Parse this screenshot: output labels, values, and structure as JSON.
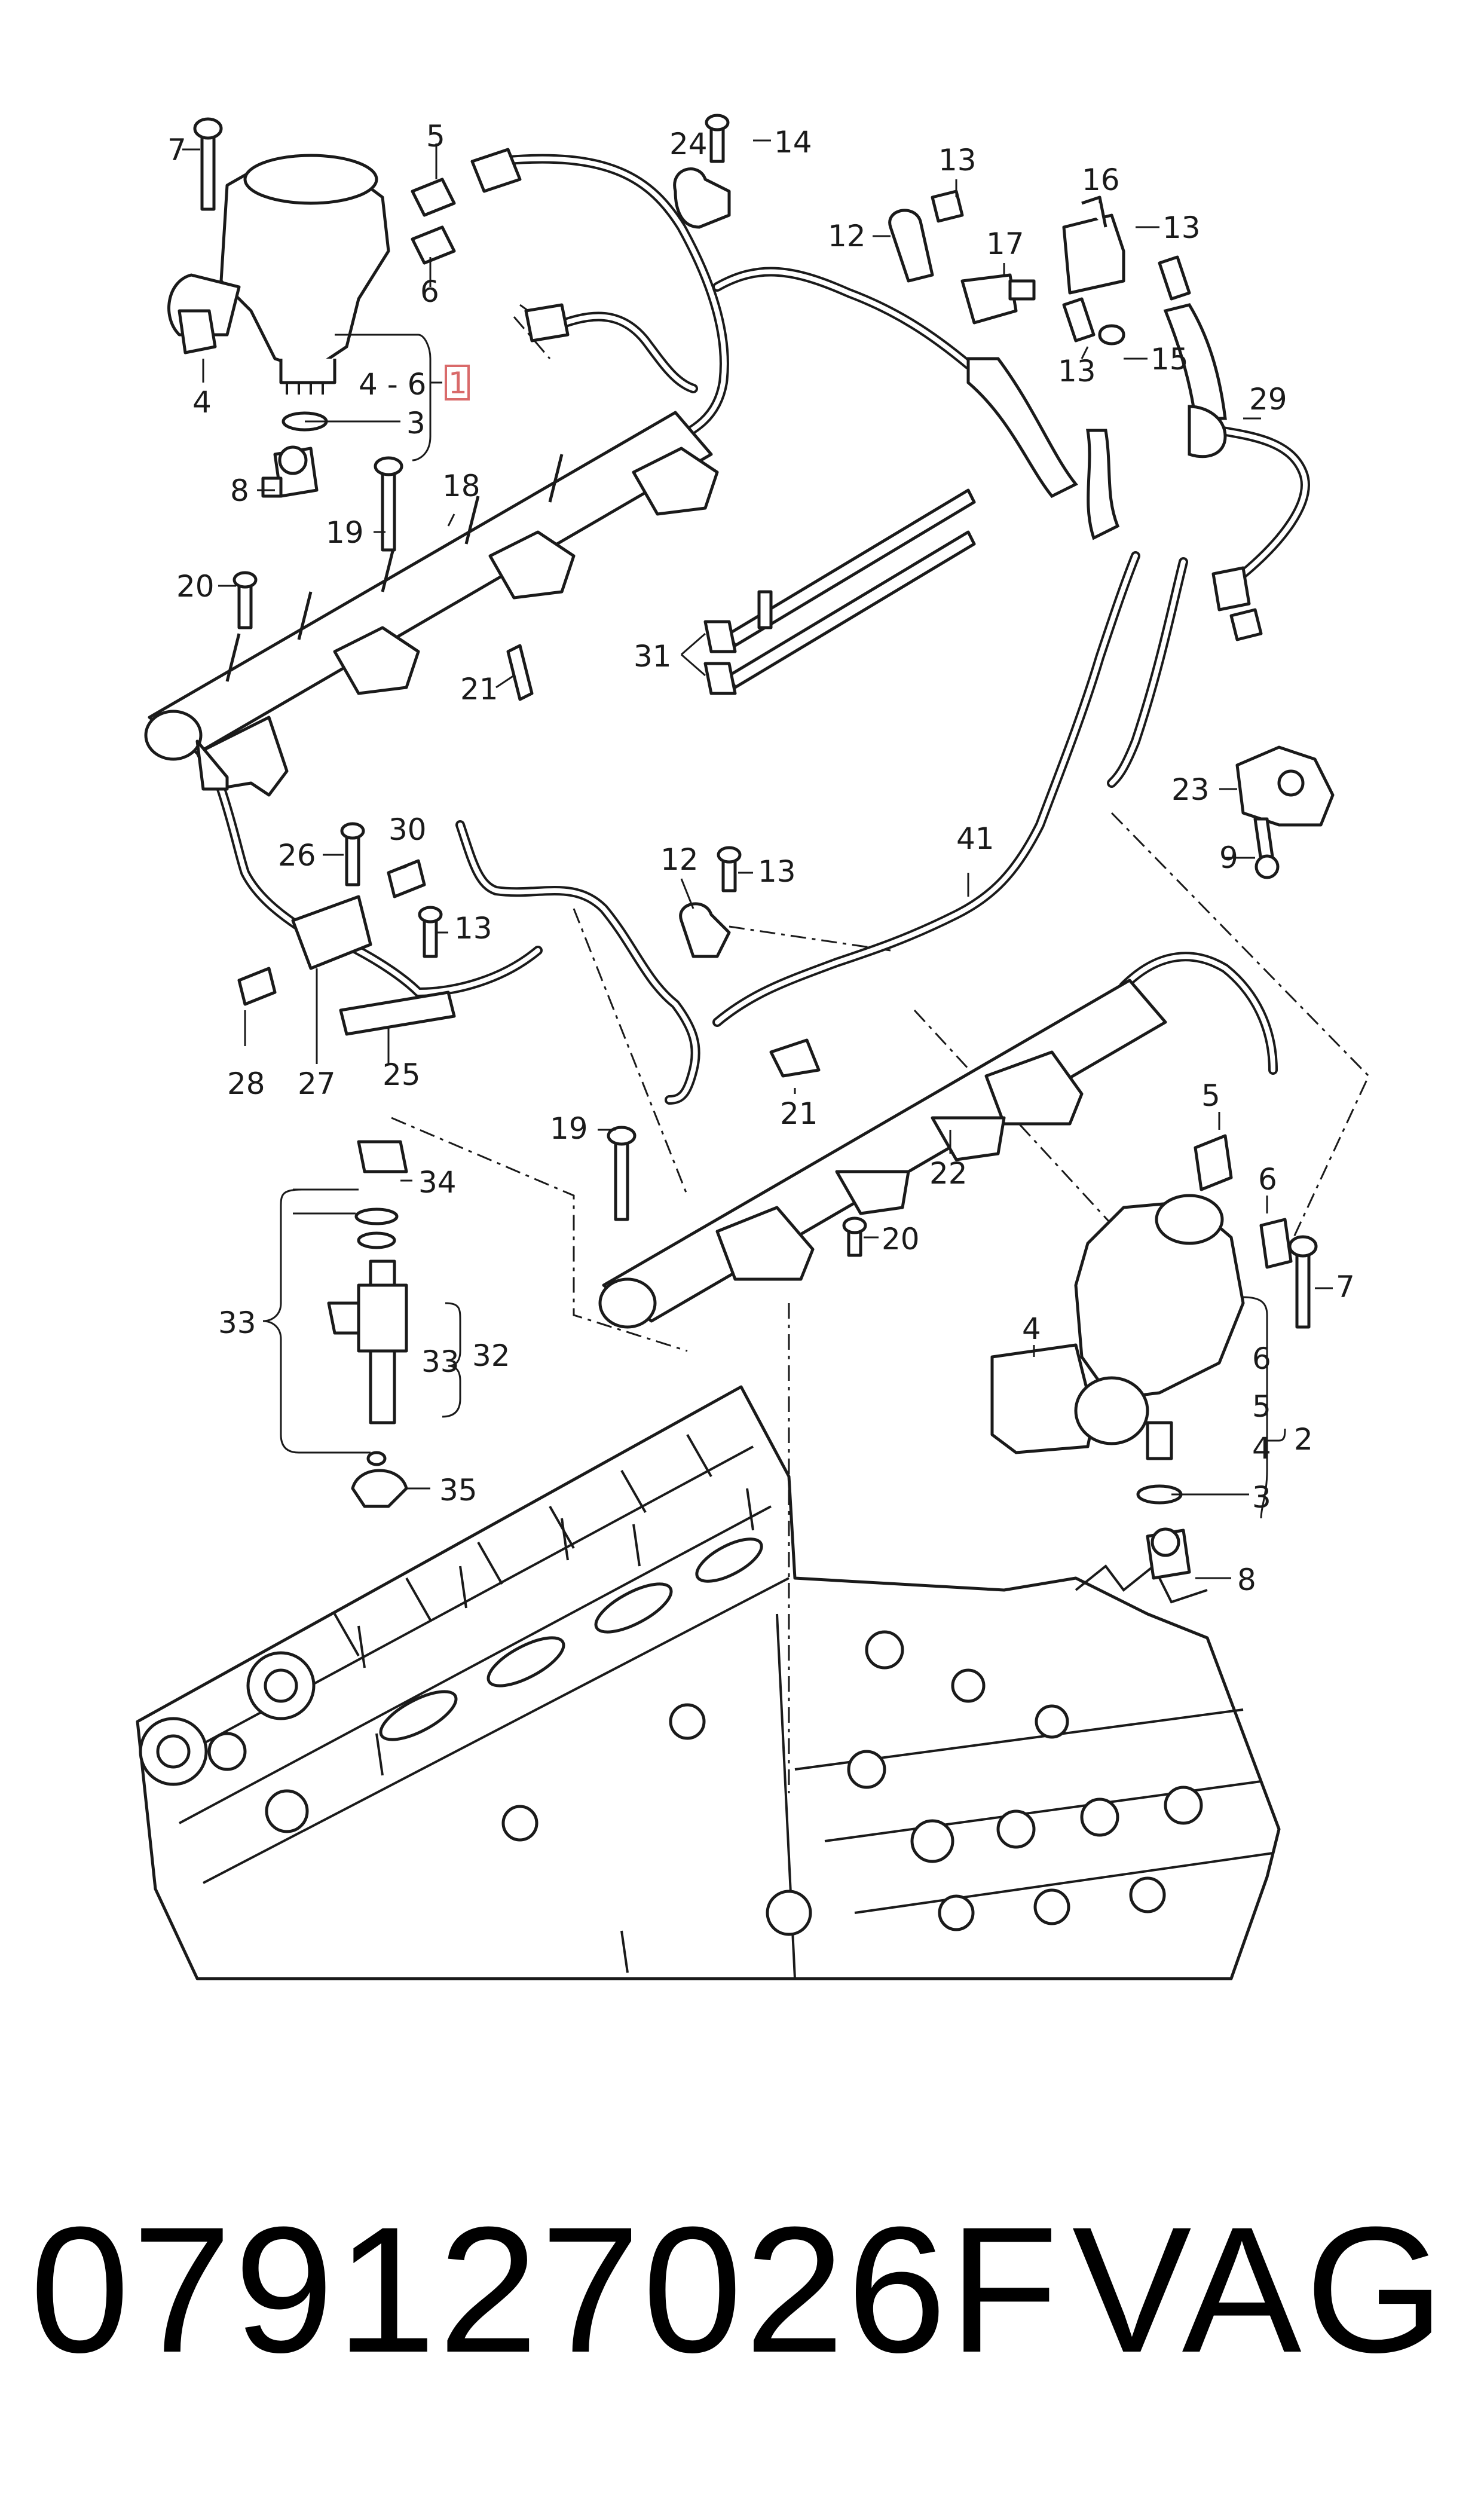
{
  "labels": [
    {
      "id": "7a",
      "text": "7"
    },
    {
      "id": "5a",
      "text": "5"
    },
    {
      "id": "6a",
      "text": "6"
    },
    {
      "id": "4a",
      "text": "4"
    },
    {
      "id": "46",
      "text": "4 - 6"
    },
    {
      "id": "1",
      "text": "1"
    },
    {
      "id": "3a",
      "text": "3"
    },
    {
      "id": "8a",
      "text": "8"
    },
    {
      "id": "19a",
      "text": "19"
    },
    {
      "id": "18",
      "text": "18"
    },
    {
      "id": "20a",
      "text": "20"
    },
    {
      "id": "21a",
      "text": "21"
    },
    {
      "id": "24",
      "text": "24"
    },
    {
      "id": "14",
      "text": "14"
    },
    {
      "id": "13a",
      "text": "13"
    },
    {
      "id": "12a",
      "text": "12"
    },
    {
      "id": "16",
      "text": "16"
    },
    {
      "id": "17",
      "text": "17"
    },
    {
      "id": "13b",
      "text": "13"
    },
    {
      "id": "13c",
      "text": "13"
    },
    {
      "id": "15",
      "text": "15"
    },
    {
      "id": "29",
      "text": "29"
    },
    {
      "id": "31",
      "text": "31"
    },
    {
      "id": "23",
      "text": "23"
    },
    {
      "id": "9",
      "text": "9"
    },
    {
      "id": "26",
      "text": "26"
    },
    {
      "id": "30",
      "text": "30"
    },
    {
      "id": "13d",
      "text": "13"
    },
    {
      "id": "28",
      "text": "28"
    },
    {
      "id": "27",
      "text": "27"
    },
    {
      "id": "25",
      "text": "25"
    },
    {
      "id": "12b",
      "text": "12"
    },
    {
      "id": "13e",
      "text": "13"
    },
    {
      "id": "41",
      "text": "41"
    },
    {
      "id": "21b",
      "text": "21"
    },
    {
      "id": "19b",
      "text": "19"
    },
    {
      "id": "34",
      "text": "34"
    },
    {
      "id": "22",
      "text": "22"
    },
    {
      "id": "20b",
      "text": "20"
    },
    {
      "id": "33a",
      "text": "33"
    },
    {
      "id": "33b",
      "text": "33"
    },
    {
      "id": "32",
      "text": "32"
    },
    {
      "id": "35",
      "text": "35"
    },
    {
      "id": "5b",
      "text": "5"
    },
    {
      "id": "6b",
      "text": "6"
    },
    {
      "id": "7b",
      "text": "7"
    },
    {
      "id": "4b",
      "text": "4"
    },
    {
      "id": "6c",
      "text": "6"
    },
    {
      "id": "5c",
      "text": "5"
    },
    {
      "id": "4c",
      "text": "4"
    },
    {
      "id": "2",
      "text": "2"
    },
    {
      "id": "3b",
      "text": "3"
    },
    {
      "id": "8b",
      "text": "8"
    }
  ],
  "footer": {
    "part_number": "079127026F",
    "brand": "VAG"
  },
  "colors": {
    "line": "#1a1a1a",
    "highlight_box": "#d96a6a",
    "background": "#ffffff"
  }
}
